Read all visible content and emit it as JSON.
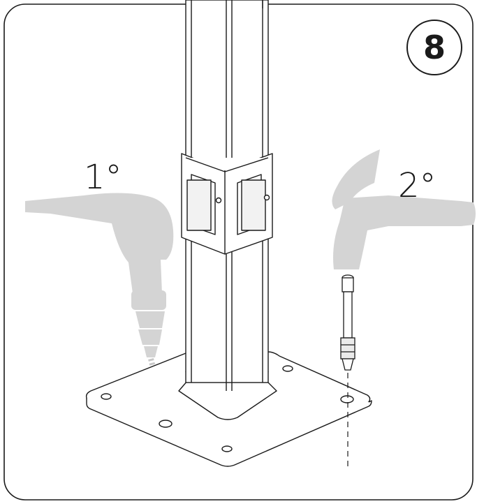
{
  "step_number": "8",
  "steps": [
    {
      "label": "1°",
      "tool_icon": "drill-icon"
    },
    {
      "label": "2°",
      "tool_icon": "hammer-icon"
    }
  ],
  "colors": {
    "line": "#1a1a1a",
    "tool_gray": "#d4d4d4",
    "background": "#ffffff"
  }
}
